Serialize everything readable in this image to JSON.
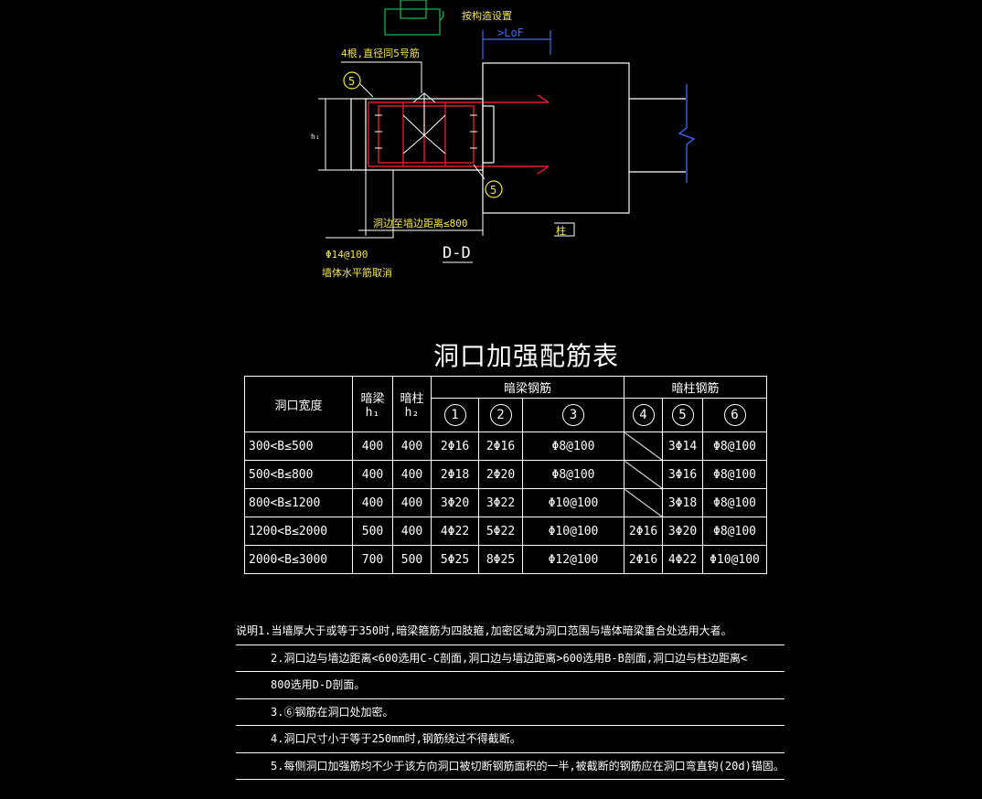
{
  "drawing": {
    "label_top_right": "按构造设置",
    "label_loF": ">LoF",
    "label_rebar_top": "4根,直径同5号筋",
    "callout_5_a": "5",
    "callout_5_b": "5",
    "label_distance": "洞边至墙边距离≤800",
    "section_name": "D-D",
    "label_phi14": "Φ14@100",
    "label_phi14_sub": "墙体水平筋取消",
    "label_zhu": "柱",
    "label_h": "h₁"
  },
  "table": {
    "title": "洞口加强配筋表",
    "header": {
      "width": "洞口宽度",
      "beam": "暗梁",
      "beam_sub": "h₁",
      "column": "暗柱",
      "column_sub": "h₂",
      "beam_rebar": "暗梁钢筋",
      "column_rebar": "暗柱钢筋",
      "circles": [
        "1",
        "2",
        "3",
        "4",
        "5",
        "6"
      ]
    },
    "rows": [
      {
        "range": "300<B≤500",
        "h1": "400",
        "h2": "400",
        "c1": "2Φ16",
        "c2": "2Φ16",
        "c3": "Φ8@100",
        "c4": "",
        "c5": "3Φ14",
        "c6": "Φ8@100"
      },
      {
        "range": "500<B≤800",
        "h1": "400",
        "h2": "400",
        "c1": "2Φ18",
        "c2": "2Φ20",
        "c3": "Φ8@100",
        "c4": "",
        "c5": "3Φ16",
        "c6": "Φ8@100"
      },
      {
        "range": "800<B≤1200",
        "h1": "400",
        "h2": "400",
        "c1": "3Φ20",
        "c2": "3Φ22",
        "c3": "Φ10@100",
        "c4": "",
        "c5": "3Φ18",
        "c6": "Φ8@100"
      },
      {
        "range": "1200<B≤2000",
        "h1": "500",
        "h2": "400",
        "c1": "4Φ22",
        "c2": "5Φ22",
        "c3": "Φ10@100",
        "c4": "2Φ16",
        "c5": "3Φ20",
        "c6": "Φ8@100"
      },
      {
        "range": "2000<B≤3000",
        "h1": "700",
        "h2": "500",
        "c1": "5Φ25",
        "c2": "8Φ25",
        "c3": "Φ12@100",
        "c4": "2Φ16",
        "c5": "4Φ22",
        "c6": "Φ10@100"
      }
    ]
  },
  "notes": {
    "line1": "说明1.当墙厚大于或等于350时,暗梁箍筋为四肢箍,加密区域为洞口范围与墙体暗梁重合处选用大者。",
    "line2": "2.洞口边与墙边距离<600选用C-C剖面,洞口边与墙边距离>600选用B-B剖面,洞口边与柱边距离<",
    "line3": "800选用D-D剖面。",
    "line4": "3.⑥钢筋在洞口处加密。",
    "line5": "4.洞口尺寸小于等于250mm时,钢筋绕过不得截断。",
    "line6": "5.每侧洞口加强筋均不少于该方向洞口被切断钢筋面积的一半,被截断的钢筋应在洞口弯直钩(20d)锚固。"
  }
}
